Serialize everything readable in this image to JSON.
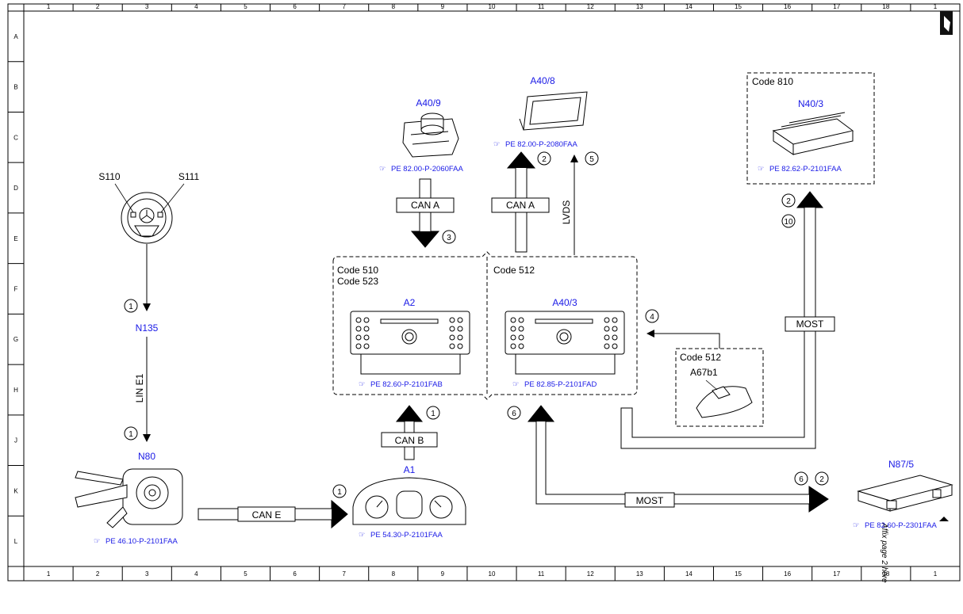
{
  "ruler": {
    "columns": [
      "1",
      "2",
      "3",
      "4",
      "5",
      "6",
      "7",
      "8",
      "9",
      "10",
      "11",
      "12",
      "13",
      "14",
      "15",
      "16",
      "17",
      "18",
      "1"
    ],
    "rows": [
      "A",
      "B",
      "C",
      "D",
      "E",
      "F",
      "G",
      "H",
      "J",
      "K",
      "L"
    ]
  },
  "components": {
    "a40_9": {
      "name": "A40/9",
      "ref": "PE 82.00-P-2060FAA"
    },
    "a40_8": {
      "name": "A40/8",
      "ref": "PE 82.00-P-2080FAA"
    },
    "n40_3": {
      "name": "N40/3",
      "ref": "PE 82.62-P-2101FAA",
      "code": "Code 810"
    },
    "s110": {
      "name": "S110"
    },
    "s111": {
      "name": "S111"
    },
    "n135": {
      "name": "N135"
    },
    "n80": {
      "name": "N80",
      "ref": "PE 46.10-P-2101FAA"
    },
    "a2": {
      "name": "A2",
      "ref": "PE 82.60-P-2101FAB",
      "codes": [
        "Code 510",
        "Code 523"
      ]
    },
    "a40_3": {
      "name": "A40/3",
      "ref": "PE 82.85-P-2101FAD",
      "code": "Code 512"
    },
    "a67b1": {
      "name": "A67b1",
      "code": "Code 512"
    },
    "a1": {
      "name": "A1",
      "ref": "PE 54.30-P-2101FAA"
    },
    "n87_5": {
      "name": "N87/5",
      "ref": "PE 82.60-P-2301FAA"
    }
  },
  "buses": {
    "can_a_left": "CAN A",
    "can_a_right": "CAN A",
    "lvds": "LVDS",
    "most_right": "MOST",
    "lin_e1": "LIN E1",
    "can_b": "CAN B",
    "can_e": "CAN E",
    "most_bottom": "MOST"
  },
  "markers": {
    "m_canA_left": "3",
    "m_canA_right": "2",
    "m_lvds": "5",
    "m_n40_a": "2",
    "m_n40_b": "10",
    "m_a67": "4",
    "m_n135": "1",
    "m_n80": "1",
    "m_canB": "1",
    "m_a1": "1",
    "m_most_left": "6",
    "m_n87_a": "6",
    "m_n87_b": "2"
  },
  "side_note": "Affix page 2 here",
  "colors": {
    "link": "#1a1ae6",
    "line": "#000000"
  }
}
